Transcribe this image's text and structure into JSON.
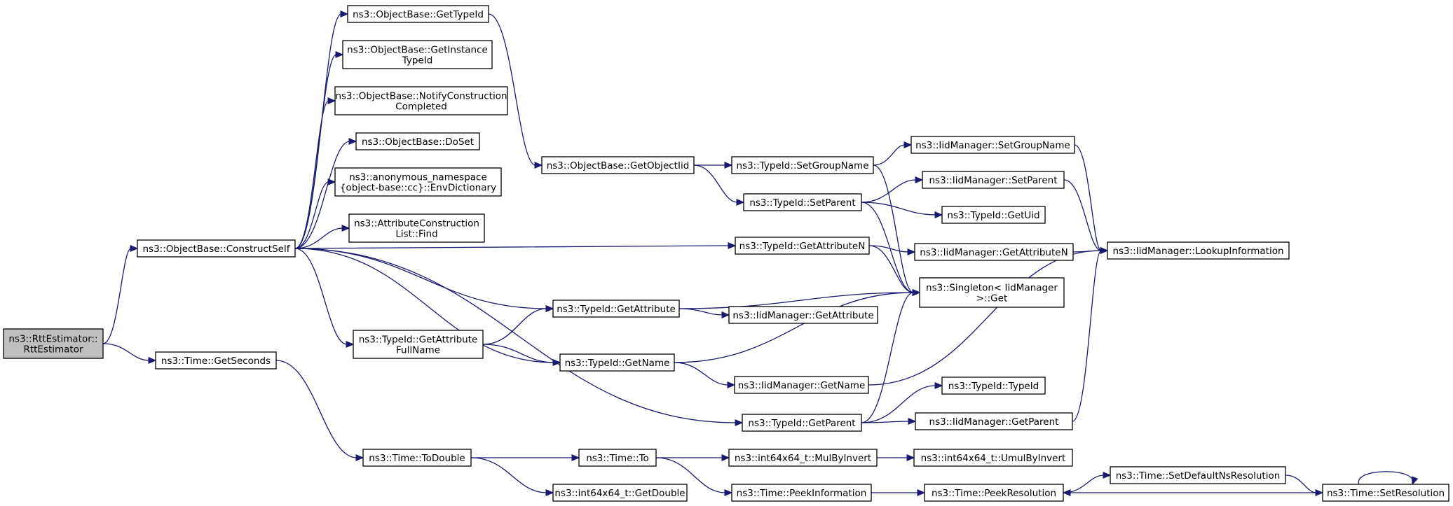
{
  "diagram": {
    "type": "call-graph",
    "colors": {
      "edge": "#191970",
      "root_fill": "#bfbfbf",
      "node_fill": "#ffffff",
      "node_stroke": "#000000"
    },
    "nodes": {
      "rtt": {
        "lines": [
          "ns3::RttEstimator::",
          "RttEstimator"
        ]
      },
      "construct": {
        "lines": [
          "ns3::ObjectBase::ConstructSelf"
        ]
      },
      "getseconds": {
        "lines": [
          "ns3::Time::GetSeconds"
        ]
      },
      "gettypeid": {
        "lines": [
          "ns3::ObjectBase::GetTypeId"
        ]
      },
      "getinstance": {
        "lines": [
          "ns3::ObjectBase::GetInstance",
          "TypeId"
        ]
      },
      "notify": {
        "lines": [
          "ns3::ObjectBase::NotifyConstruction",
          "Completed"
        ]
      },
      "doset": {
        "lines": [
          "ns3::ObjectBase::DoSet"
        ]
      },
      "envdict": {
        "lines": [
          "ns3::anonymous_namespace",
          "{object-base::cc}::EnvDictionary"
        ]
      },
      "acfind": {
        "lines": [
          "ns3::AttributeConstruction",
          "List::Find"
        ]
      },
      "getobjectiid": {
        "lines": [
          "ns3::ObjectBase::GetObjectIid"
        ]
      },
      "setgroupname": {
        "lines": [
          "ns3::TypeId::SetGroupName"
        ]
      },
      "setparent": {
        "lines": [
          "ns3::TypeId::SetParent"
        ]
      },
      "getattributen": {
        "lines": [
          "ns3::TypeId::GetAttributeN"
        ]
      },
      "getattribute": {
        "lines": [
          "ns3::TypeId::GetAttribute"
        ]
      },
      "getattrfullname": {
        "lines": [
          "ns3::TypeId::GetAttribute",
          "FullName"
        ]
      },
      "getname": {
        "lines": [
          "ns3::TypeId::GetName"
        ]
      },
      "getparent": {
        "lines": [
          "ns3::TypeId::GetParent"
        ]
      },
      "iid_setgroupname": {
        "lines": [
          "ns3::IidManager::SetGroupName"
        ]
      },
      "iid_setparent": {
        "lines": [
          "ns3::IidManager::SetParent"
        ]
      },
      "getuid": {
        "lines": [
          "ns3::TypeId::GetUid"
        ]
      },
      "iid_getattributen": {
        "lines": [
          "ns3::IidManager::GetAttributeN"
        ]
      },
      "lookup": {
        "lines": [
          "ns3::IidManager::LookupInformation"
        ]
      },
      "singleton": {
        "lines": [
          "ns3::Singleton< IidManager",
          ">::Get"
        ]
      },
      "iid_getattribute": {
        "lines": [
          "ns3::IidManager::GetAttribute"
        ]
      },
      "iid_getname": {
        "lines": [
          "ns3::IidManager::GetName"
        ]
      },
      "typeid_ctor": {
        "lines": [
          "ns3::TypeId::TypeId"
        ]
      },
      "iid_getparent": {
        "lines": [
          "ns3::IidManager::GetParent"
        ]
      },
      "todouble": {
        "lines": [
          "ns3::Time::ToDouble"
        ]
      },
      "timeto": {
        "lines": [
          "ns3::Time::To"
        ]
      },
      "mulbyinvert": {
        "lines": [
          "ns3::int64x64_t::MulByInvert"
        ]
      },
      "umulbyinvert": {
        "lines": [
          "ns3::int64x64_t::UmulByInvert"
        ]
      },
      "getdouble": {
        "lines": [
          "ns3::int64x64_t::GetDouble"
        ]
      },
      "peekinfo": {
        "lines": [
          "ns3::Time::PeekInformation"
        ]
      },
      "peekres": {
        "lines": [
          "ns3::Time::PeekResolution"
        ]
      },
      "setdefaultns": {
        "lines": [
          "ns3::Time::SetDefaultNsResolution"
        ]
      },
      "setres": {
        "lines": [
          "ns3::Time::SetResolution"
        ]
      }
    },
    "edges": [
      [
        "rtt",
        "construct"
      ],
      [
        "rtt",
        "getseconds"
      ],
      [
        "construct",
        "gettypeid"
      ],
      [
        "construct",
        "getinstance"
      ],
      [
        "construct",
        "notify"
      ],
      [
        "construct",
        "doset"
      ],
      [
        "construct",
        "envdict"
      ],
      [
        "construct",
        "acfind"
      ],
      [
        "construct",
        "getattributen"
      ],
      [
        "construct",
        "getattribute"
      ],
      [
        "construct",
        "getattrfullname"
      ],
      [
        "construct",
        "getname"
      ],
      [
        "construct",
        "getparent"
      ],
      [
        "gettypeid",
        "getobjectiid"
      ],
      [
        "getobjectiid",
        "setgroupname"
      ],
      [
        "getobjectiid",
        "setparent"
      ],
      [
        "setgroupname",
        "iid_setgroupname"
      ],
      [
        "setgroupname",
        "singleton"
      ],
      [
        "setparent",
        "iid_setparent"
      ],
      [
        "setparent",
        "getuid"
      ],
      [
        "setparent",
        "singleton"
      ],
      [
        "getattributen",
        "iid_getattributen"
      ],
      [
        "getattributen",
        "singleton"
      ],
      [
        "iid_setgroupname",
        "lookup"
      ],
      [
        "iid_setparent",
        "lookup"
      ],
      [
        "iid_getattributen",
        "lookup"
      ],
      [
        "getattribute",
        "singleton"
      ],
      [
        "getattribute",
        "iid_getattribute"
      ],
      [
        "getattrfullname",
        "getattribute"
      ],
      [
        "getattrfullname",
        "getname"
      ],
      [
        "getname",
        "singleton"
      ],
      [
        "getname",
        "iid_getname"
      ],
      [
        "iid_getname",
        "lookup"
      ],
      [
        "getparent",
        "singleton"
      ],
      [
        "getparent",
        "typeid_ctor"
      ],
      [
        "getparent",
        "iid_getparent"
      ],
      [
        "iid_getparent",
        "lookup"
      ],
      [
        "getseconds",
        "todouble"
      ],
      [
        "todouble",
        "timeto"
      ],
      [
        "todouble",
        "getdouble"
      ],
      [
        "timeto",
        "mulbyinvert"
      ],
      [
        "timeto",
        "peekinfo"
      ],
      [
        "mulbyinvert",
        "umulbyinvert"
      ],
      [
        "peekinfo",
        "peekres"
      ],
      [
        "peekres",
        "setdefaultns"
      ],
      [
        "setdefaultns",
        "setres"
      ],
      [
        "setres",
        "peekres"
      ],
      [
        "setres",
        "setres"
      ]
    ]
  }
}
